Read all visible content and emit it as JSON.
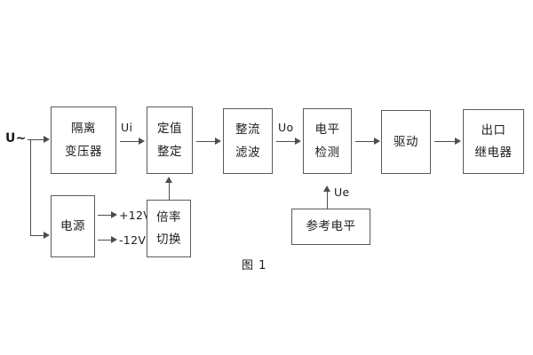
{
  "diagram": {
    "caption": "图 1",
    "input_label": "U~",
    "blocks": [
      {
        "id": "isolation-transformer",
        "lines": [
          "隔离",
          "变压器"
        ]
      },
      {
        "id": "power-supply",
        "lines": [
          "电源"
        ]
      },
      {
        "id": "setting-value",
        "lines": [
          "定值",
          "整定"
        ]
      },
      {
        "id": "multiplier-switch",
        "lines": [
          "倍率",
          "切换"
        ]
      },
      {
        "id": "rectify-filter",
        "lines": [
          "整流",
          "滤波"
        ]
      },
      {
        "id": "level-detection",
        "lines": [
          "电平",
          "检测"
        ]
      },
      {
        "id": "reference-level",
        "lines": [
          "参考电平"
        ]
      },
      {
        "id": "driver",
        "lines": [
          "驱动"
        ]
      },
      {
        "id": "output-relay",
        "lines": [
          "出口",
          "继电器"
        ]
      }
    ],
    "signals": {
      "ui": "Ui",
      "uo": "Uo",
      "ue": "Ue",
      "rail_positive": "+12V",
      "rail_negative": "-12V"
    },
    "colors": {
      "box_border": "#5a5a5a",
      "line": "#4d4d4d",
      "text": "#1c1c1c",
      "background": "#ffffff"
    }
  }
}
